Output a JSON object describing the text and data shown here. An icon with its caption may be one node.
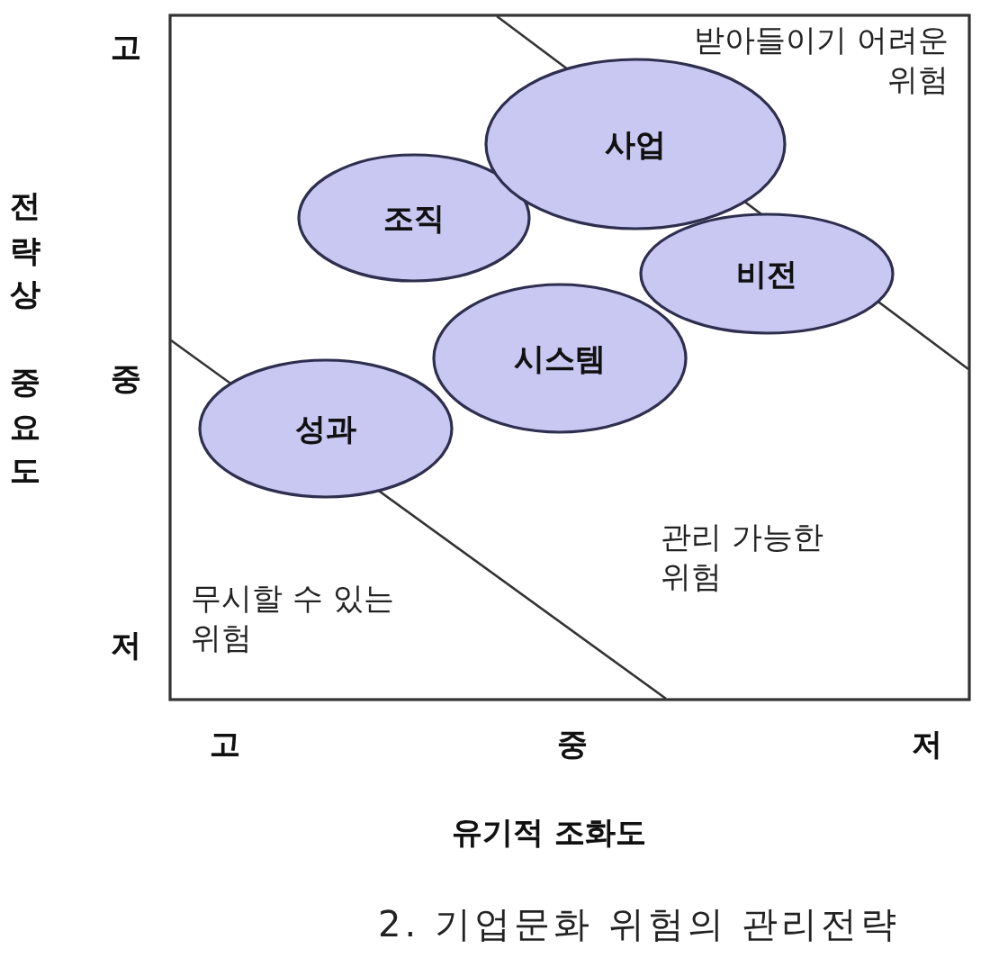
{
  "diagram": {
    "caption": "2. 기업문화 위험의 관리전략",
    "nodes": [
      {
        "text": [
          "사업"
        ]
      },
      {
        "text": [
          "조직"
        ]
      },
      {
        "text": [
          "비전"
        ]
      },
      {
        "text": [
          "시스템"
        ]
      },
      {
        "text": [
          "성과"
        ]
      }
    ],
    "labels": [
      "고",
      "받아들이기 어려운 위험",
      "전략상 중요도",
      "중",
      "관리 가능한 위험",
      "무시할 수 있는 위험",
      "저",
      "고",
      "중",
      "저",
      "유기적 조화도"
    ]
  }
}
